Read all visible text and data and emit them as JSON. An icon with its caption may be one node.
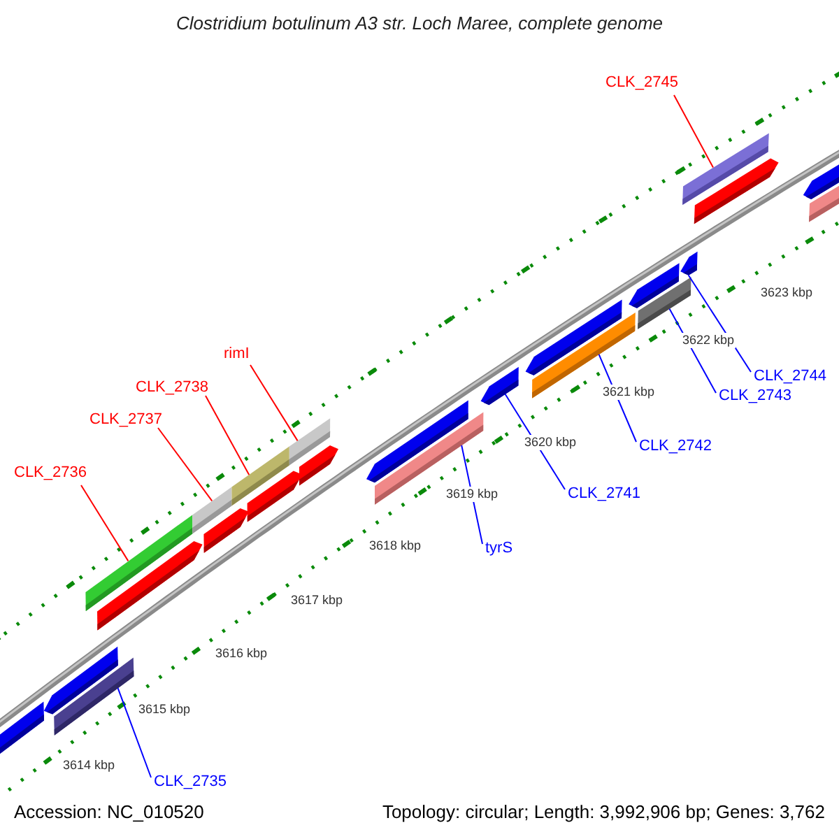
{
  "diagram": {
    "title": "Clostridium botulinum A3 str. Loch Maree, complete genome",
    "nodes": [
      {
        "text": [
          "CLK_2745"
        ]
      },
      {
        "text": [
          "rimI"
        ]
      },
      {
        "text": [
          "CLK_2744"
        ]
      },
      {
        "text": [
          "CLK_2738"
        ]
      },
      {
        "text": [
          "CLK_2743"
        ]
      },
      {
        "text": [
          "CLK_2737"
        ]
      },
      {
        "text": [
          "CLK_2742"
        ]
      },
      {
        "text": [
          "CLK_2736"
        ]
      },
      {
        "text": [
          "CLK_2741"
        ]
      },
      {
        "text": [
          "tyrS"
        ]
      },
      {
        "text": [
          "CLK_2735"
        ]
      },
      {
        "text": [],
        "shape": "pentagon"
      },
      {
        "text": [],
        "shape": "pentagon"
      },
      {
        "text": [],
        "shape": "bar"
      },
      {
        "text": [],
        "shape": "bar"
      },
      {
        "text": [],
        "shape": "pentagon"
      },
      {
        "text": [],
        "shape": "bar"
      },
      {
        "text": [],
        "shape": "pentagon"
      },
      {
        "text": [],
        "shape": "bar"
      },
      {
        "text": [],
        "shape": "pentagon"
      },
      {
        "text": [],
        "shape": "bar"
      },
      {
        "text": [],
        "shape": "pentagon"
      },
      {
        "text": [],
        "shape": "pentagon"
      },
      {
        "text": [],
        "shape": "bar"
      },
      {
        "text": [],
        "shape": "pentagon"
      },
      {
        "text": [],
        "shape": "pentagon"
      },
      {
        "text": [],
        "shape": "bar"
      },
      {
        "text": [],
        "shape": "pentagon"
      },
      {
        "text": [],
        "shape": "bar"
      },
      {
        "text": [],
        "shape": "bar"
      },
      {
        "text": [],
        "shape": "pentagon"
      },
      {
        "text": [],
        "shape": "pentagon"
      },
      {
        "text": [],
        "shape": "pentagon"
      },
      {
        "text": [],
        "shape": "bar"
      }
    ],
    "edges": [
      {
        "from": 0,
        "to": 29,
        "arrow": "none",
        "color": "#ff0000"
      },
      {
        "from": 1,
        "to": 20,
        "arrow": "none",
        "color": "#ff0000"
      },
      {
        "from": 2,
        "to": 30,
        "arrow": "none"
      },
      {
        "from": 3,
        "to": 18,
        "arrow": "none",
        "color": "#ff0000"
      },
      {
        "from": 4,
        "to": 28,
        "arrow": "none"
      },
      {
        "from": 5,
        "to": 16,
        "arrow": "none",
        "color": "#ff0000"
      },
      {
        "from": 6,
        "to": 26,
        "arrow": "none"
      },
      {
        "from": 7,
        "to": 14,
        "arrow": "none",
        "color": "#ff0000"
      },
      {
        "from": 8,
        "to": 24,
        "arrow": "none"
      },
      {
        "from": 9,
        "to": 23,
        "arrow": "none"
      },
      {
        "from": 10,
        "to": 13,
        "arrow": "none"
      }
    ],
    "labels": [
      "3623 kbp",
      "3622 kbp",
      "3621 kbp",
      "3620 kbp",
      "3619 kbp",
      "3618 kbp",
      "3617 kbp",
      "3616 kbp",
      "3615 kbp",
      "3614 kbp",
      "Accession: NC_010520",
      "Topology: circular; Length: 3,992,906 bp; Genes: 3,762"
    ]
  }
}
